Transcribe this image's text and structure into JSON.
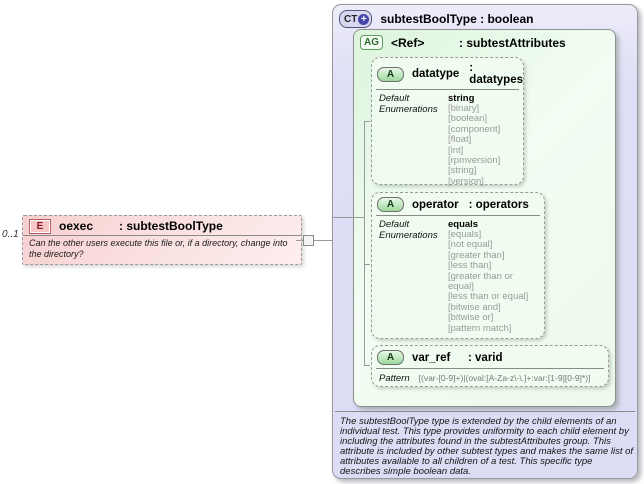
{
  "diagram": {
    "cardinality": "0..1",
    "element": {
      "badge": "E",
      "name": "oexec",
      "type": ": subtestBoolType",
      "annotation": "Can the other users execute this file or, if a directory, change into the directory?"
    },
    "complex_type": {
      "badge": "CT",
      "plus_icon": "+",
      "title": "subtestBoolType : boolean",
      "documentation": "The subtestBoolType type is extended by the child elements of an individual test.  This type provides uniformity to each child element by including the attributes found in the subtestAttributes group.  This attribute is included by other subtest types and makes the same list of attributes available to all children of a test.  This specific type describes simple boolean data."
    },
    "attribute_group": {
      "badge": "AG",
      "name": "<Ref>",
      "type": ": subtestAttributes",
      "attributes": {
        "datatype": {
          "badge": "A",
          "name": "datatype",
          "type": ": datatypes",
          "default_label": "Default",
          "default_value": "string",
          "enumerations_label": "Enumerations",
          "enumerations": [
            "[binary]",
            "[boolean]",
            "[component]",
            "[float]",
            "[int]",
            "[rpmversion]",
            "[string]",
            "[version]"
          ]
        },
        "operator": {
          "badge": "A",
          "name": "operator",
          "type": ": operators",
          "default_label": "Default",
          "default_value": "equals",
          "enumerations_label": "Enumerations",
          "enumerations": [
            "[equals]",
            "[not equal]",
            "[greater than]",
            "[less than]",
            "[greater than or equal]",
            "[less than or equal]",
            "[bitwise and]",
            "[bitwise or]",
            "[pattern match]"
          ]
        },
        "var_ref": {
          "badge": "A",
          "name": "var_ref",
          "type": ": varid",
          "pattern_label": "Pattern",
          "pattern_value": "[(var-[0-9]+)|(oval:[A-Za-z\\-\\.]+:var:[1-9][0-9]*)]"
        }
      }
    }
  }
}
